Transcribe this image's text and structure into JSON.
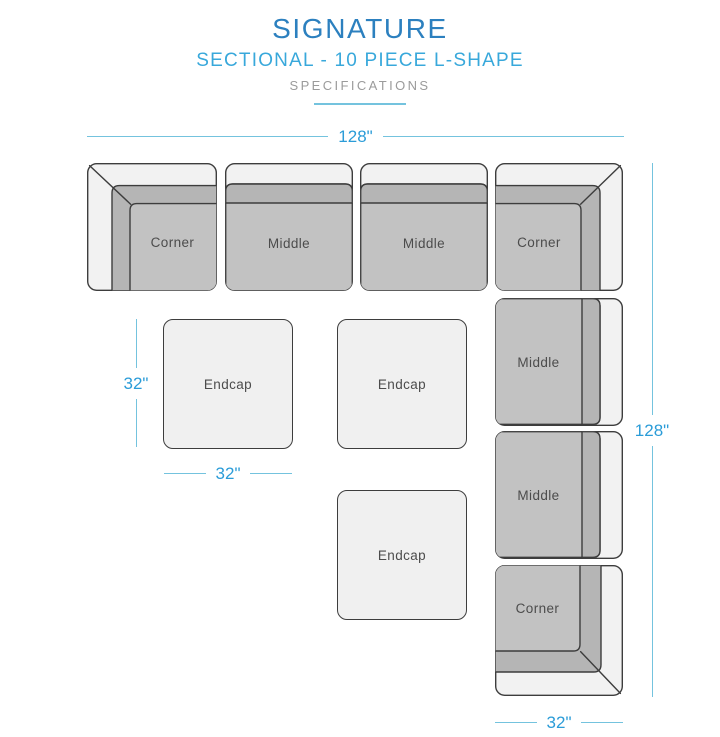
{
  "header": {
    "title": "SIGNATURE",
    "subtitle": "SECTIONAL - 10 PIECE L-SHAPE",
    "caption": "SPECIFICATIONS"
  },
  "dimensions": {
    "overall_width": "128\"",
    "overall_height": "128\"",
    "endcap_height": "32\"",
    "endcap_width": "32\"",
    "corner_width": "32\""
  },
  "pieces": {
    "corner_top_left": {
      "label": "Corner"
    },
    "middle_top_1": {
      "label": "Middle"
    },
    "middle_top_2": {
      "label": "Middle"
    },
    "corner_top_right": {
      "label": "Corner"
    },
    "middle_right_1": {
      "label": "Middle"
    },
    "middle_right_2": {
      "label": "Middle"
    },
    "corner_bottom_right": {
      "label": "Corner"
    },
    "endcap_1": {
      "label": "Endcap"
    },
    "endcap_2": {
      "label": "Endcap"
    },
    "endcap_3": {
      "label": "Endcap"
    }
  },
  "colors": {
    "title_color": "#2c80bf",
    "subtitle_color": "#38a8db",
    "caption_color": "#9b9b9b",
    "dim_line_color": "#74c3de",
    "dim_text_color": "#2b9cd8",
    "piece_border_color": "#3d3d3d",
    "backrest_color": "#f2f2f2",
    "band_color": "#b5b5b5",
    "seat_color": "#c2c2c2",
    "endcap_color": "#f0f0f0",
    "label_color": "#4c4c4c"
  }
}
